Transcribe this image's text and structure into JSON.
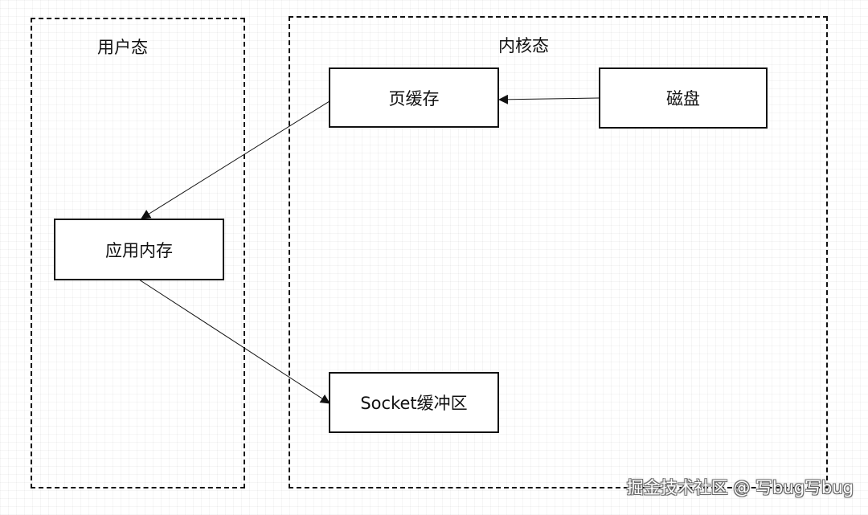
{
  "regions": {
    "user_space": {
      "title": "用户态"
    },
    "kernel_space": {
      "title": "内核态"
    }
  },
  "nodes": {
    "page_cache": "页缓存",
    "disk": "磁盘",
    "app_memory": "应用内存",
    "socket_buffer": "Socket缓冲区"
  },
  "edges": [
    {
      "from": "disk",
      "to": "page_cache"
    },
    {
      "from": "page_cache",
      "to": "app_memory"
    },
    {
      "from": "app_memory",
      "to": "socket_buffer"
    }
  ],
  "watermark": "掘金技术社区 @ 写bug写bug"
}
